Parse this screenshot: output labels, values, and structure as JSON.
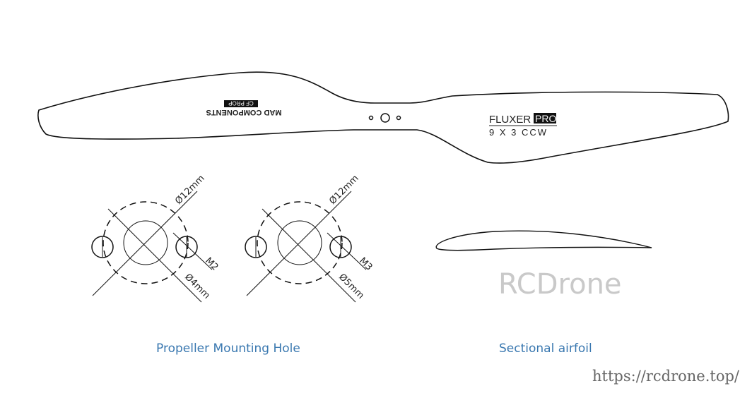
{
  "propeller": {
    "brand_left": "MAD COMPONENTS",
    "badge_left": "CF PROP",
    "brand_right": "FLUXER",
    "badge_right": "PRO",
    "model": "9 X 3 CCW"
  },
  "mounting": [
    {
      "outer": "Ø12mm",
      "inner": "Ø4mm",
      "screw": "M2"
    },
    {
      "outer": "Ø12mm",
      "inner": "Ø5mm",
      "screw": "M3"
    }
  ],
  "captions": {
    "mounting": "Propeller Mounting Hole",
    "airfoil": "Sectional airfoil"
  },
  "watermark": "RCDrone",
  "url": "https://rcdrone.top/",
  "colors": {
    "caption": "#3a78b0",
    "watermark": "#c9c9c9"
  }
}
